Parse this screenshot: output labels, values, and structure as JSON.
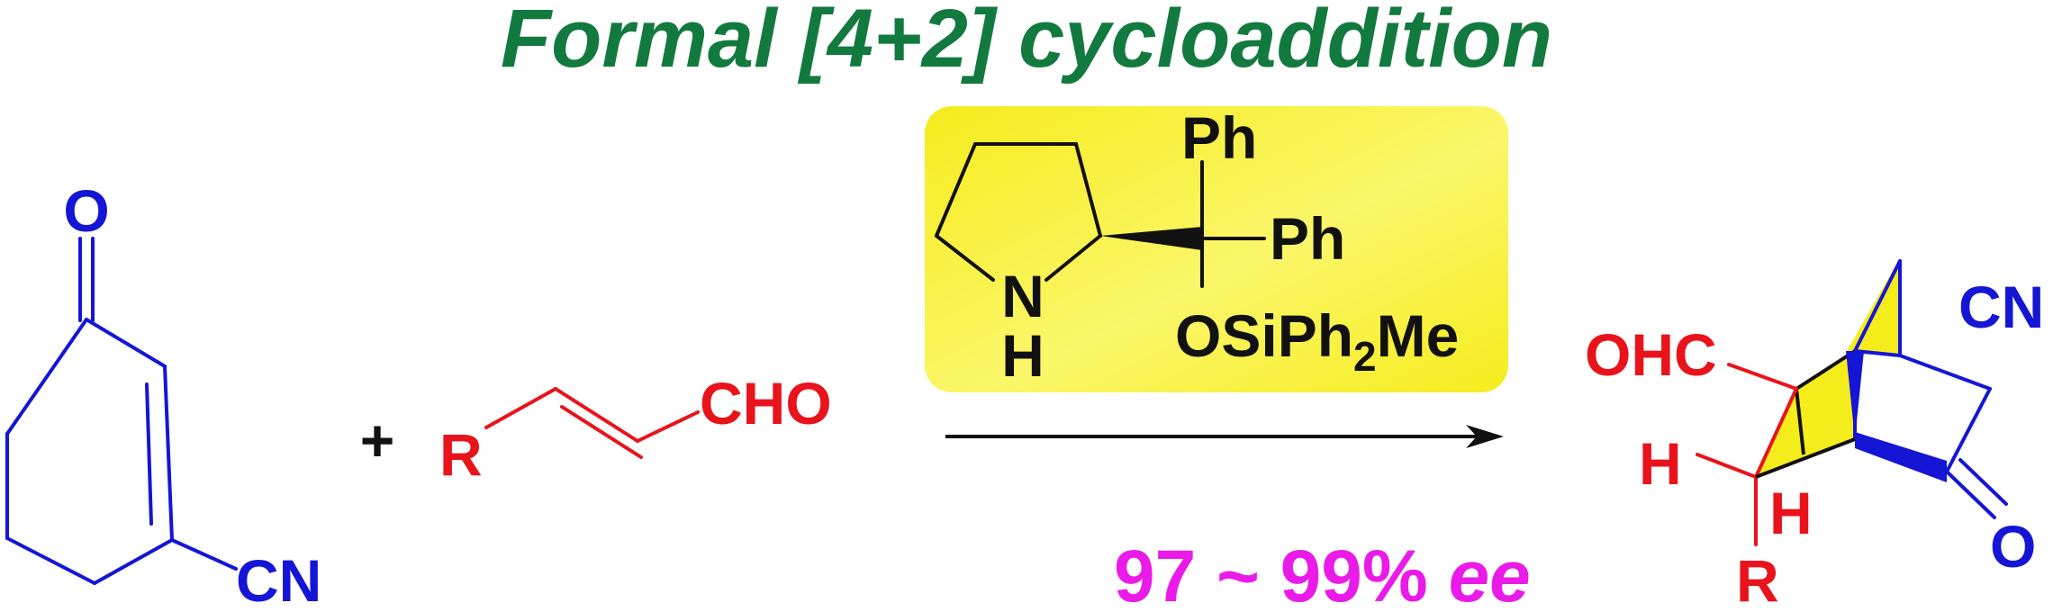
{
  "title": "Formal [4+2] cycloaddition",
  "plus": "+",
  "reactant1": {
    "carbonyl_o": "O",
    "nitrile": "CN"
  },
  "reactant2": {
    "substituent": "R",
    "aldehyde": "CHO"
  },
  "catalyst": {
    "ph_top": "Ph",
    "ph_right": "Ph",
    "nitrogen": "N",
    "hydrogen": "H",
    "silyl_main": "OSiPh",
    "silyl_sub": "2",
    "silyl_end": "Me"
  },
  "selectivity": {
    "value": "97 ~ 99%",
    "unit": "ee"
  },
  "product": {
    "nitrile": "CN",
    "aldehyde": "OHC",
    "h_left": "H",
    "h_center": "H",
    "substituent": "R",
    "ketone_o": "O"
  },
  "colors": {
    "title": "#127a3e",
    "highlight": "#f5ec1c",
    "blue": "#1515d6",
    "red": "#e8131b",
    "magenta": "#ea1ae8",
    "black": "#111111"
  }
}
